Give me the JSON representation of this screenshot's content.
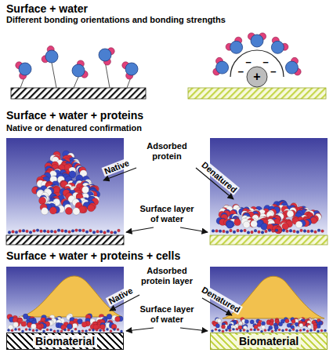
{
  "diagram": {
    "nodes": [
      {
        "text": [
          "Biomaterial"
        ]
      },
      {
        "text": [
          "Biomaterial"
        ]
      }
    ],
    "labels": [
      "Surface + water",
      "Different bonding orientations and bonding strengths",
      "+",
      "−",
      "−",
      "−",
      "−",
      "Surface + water + proteins",
      "Native or denatured confirmation",
      "Adsorbed protein",
      "Native",
      "Denatured",
      "Surface layer of water",
      "Surface + water + proteins + cells",
      "Adsorbed protein layer",
      "Native",
      "Denatured",
      "Surface layer of water"
    ]
  }
}
